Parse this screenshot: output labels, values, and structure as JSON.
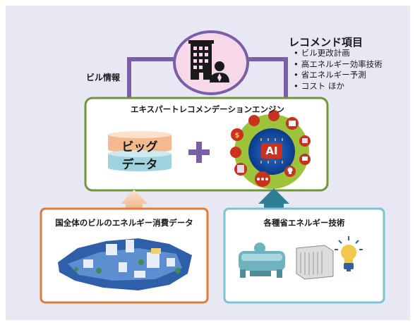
{
  "recommend": {
    "title": "レコメンド項目",
    "items": [
      "ビル更改計画",
      "高エネルギー効率技術",
      "省エネルギー予測",
      "コスト ほか"
    ]
  },
  "building_info_label": "ビル情報",
  "engine": {
    "title": "エキスパートレコメンデーションエンジン",
    "bigdata_top": "ビッグ",
    "bigdata_bottom": "データ",
    "ai_label": "AI"
  },
  "left_box": {
    "title": "国全体のビルのエネルギー消費データ"
  },
  "right_box": {
    "title": "各種省エネルギー技術"
  },
  "icons": [
    "building-person-icon",
    "big-data-cylinder-icon",
    "plus-icon",
    "ai-brain-cluster-icon",
    "city-map-icon",
    "chiller-icon",
    "air-handler-icon",
    "light-bulb-icon"
  ],
  "colors": {
    "background": "#e8e8f4",
    "arrow_purple": "#7a5fa8",
    "engine_border": "#70963a",
    "left_border": "#e07a3a",
    "right_border": "#7bc3cf",
    "arrow_orange": "#f6c6a2",
    "arrow_teal": "#2e7f95"
  }
}
